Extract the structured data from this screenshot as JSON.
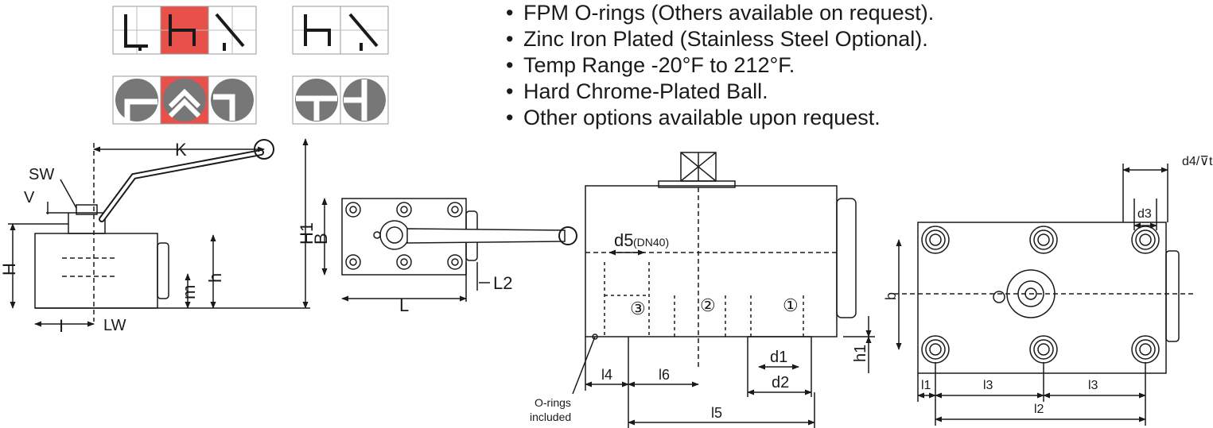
{
  "bullets": [
    "FPM O-rings (Others available on request).",
    "Zinc Iron Plated (Stainless Steel Optional).",
    "Temp Range -20°F to 212°F.",
    "Hard Chrome-Plated Ball.",
    "Other options available upon request."
  ],
  "colors": {
    "accent": "#e8514a",
    "line": "#1a1a1a",
    "fill_dark": "#777777",
    "grid": "#999999"
  },
  "side_view": {
    "SW": "SW",
    "V": "V",
    "K": "K",
    "H1": "H1",
    "H": "H",
    "h": "h",
    "m": "m",
    "I": "I",
    "LW": "LW"
  },
  "top_view": {
    "B": "B",
    "L": "L",
    "L2": "L2"
  },
  "block_front": {
    "d5": "d5",
    "d5_note": "(DN40)",
    "port_3": "③",
    "port_2": "②",
    "port_1": "①",
    "l4": "l4",
    "l6": "l6",
    "l5": "l5",
    "d1": "d1",
    "d2": "d2",
    "h1": "h1",
    "oring_line1": "O-rings",
    "oring_line2": "included"
  },
  "block_top": {
    "d4t": "d4/⊽t",
    "d3": "d3",
    "b": "b",
    "l1": "l1",
    "l3a": "l3",
    "l3b": "l3",
    "l2": "l2"
  }
}
